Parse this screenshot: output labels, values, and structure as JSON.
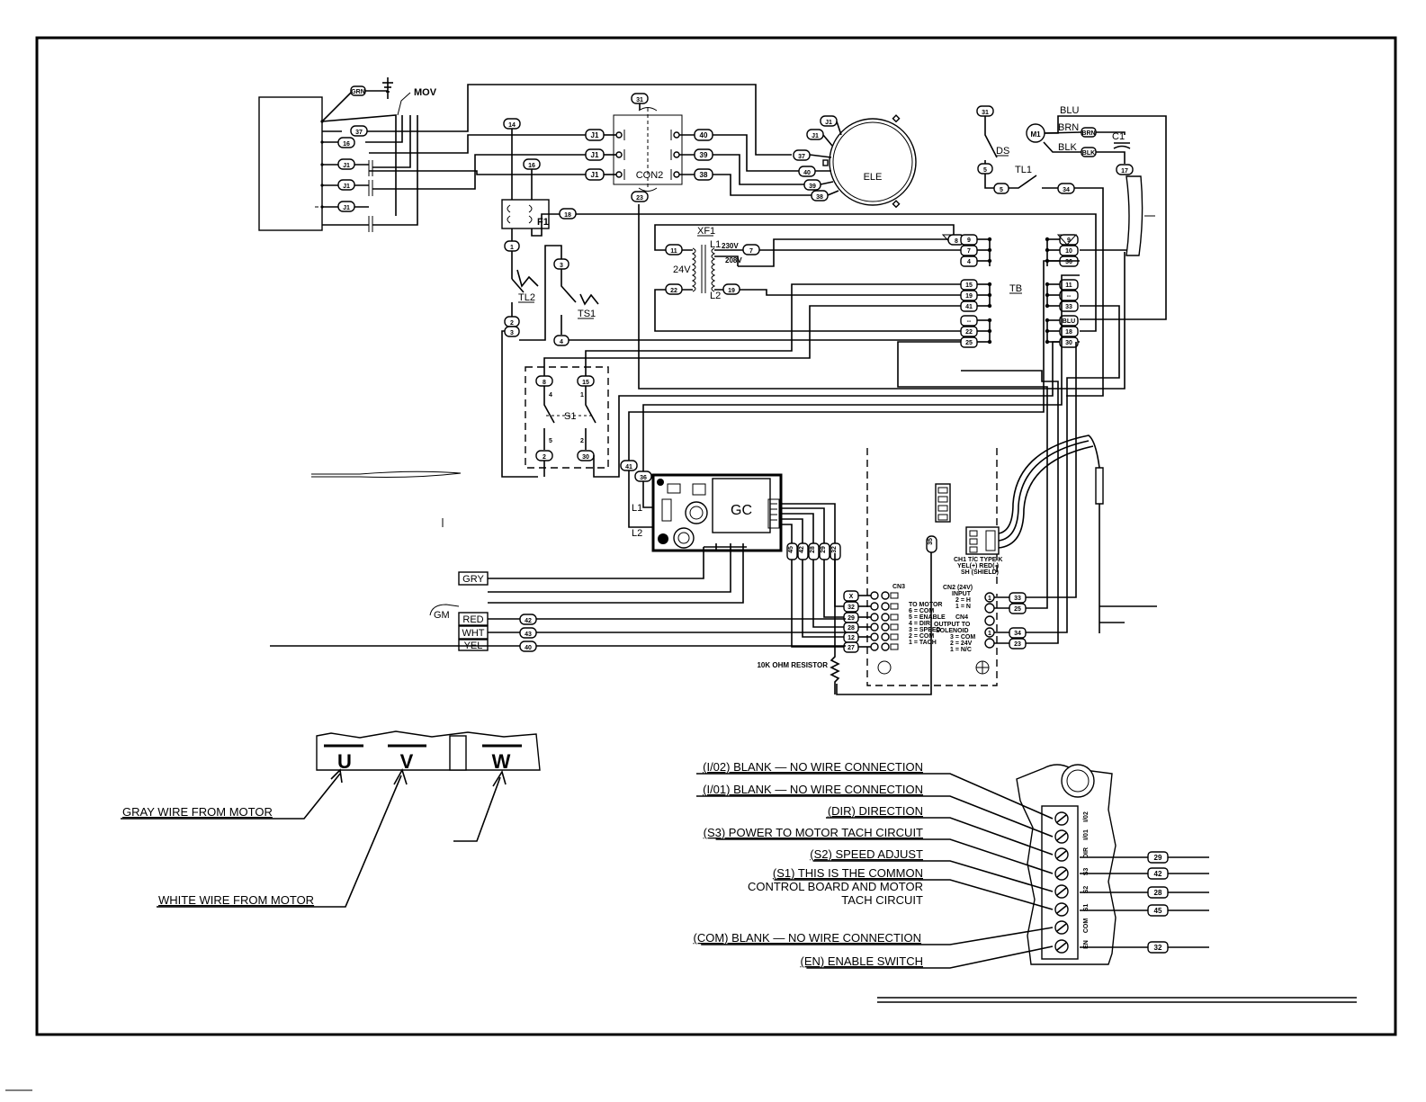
{
  "tags": {
    "mov": "MOV",
    "ele": "ELE",
    "con2": "CON2",
    "xf1": "XF1",
    "tb": "TB",
    "gc": "GC",
    "ds": "DS",
    "tl1": "TL1",
    "tl2": "TL2",
    "ts1": "TS1",
    "s1": "S1",
    "f1": "F1",
    "c1": "C1",
    "m1": "M1",
    "l1": "L1",
    "l2": "L2",
    "v230": "230V",
    "v208": "208V",
    "v24": "24V",
    "gm": "GM",
    "resistor": "10K OHM RESISTOR"
  },
  "wires": {
    "blu": "BLU",
    "brn": "BRN",
    "blk": "BLK",
    "grn": "GRN"
  },
  "motor_leads": [
    "GRY",
    "RED",
    "WHT",
    "YEL"
  ],
  "motor_lead_nums": [
    "42",
    "43",
    "40"
  ],
  "gc_out_nums": [
    "45",
    "42",
    "28",
    "29",
    "32"
  ],
  "cn3_nums": [
    "X",
    "32",
    "29",
    "28",
    "12",
    "27"
  ],
  "cn3_desc": {
    "title": "CN3",
    "lines": [
      "TO MOTOR",
      "6 = COM",
      "5 = ENABLE",
      "4 = DIR",
      "3 = SPEED",
      "2 = COM",
      "1 = TACH"
    ]
  },
  "ch1_desc": [
    "CH1  T/C  TYPE K",
    "YEL(+)  RED(-)",
    "SH (SHIELD)"
  ],
  "cn2_desc": [
    "CN2 (24V)",
    "INPUT",
    "2 = H",
    "1 = N"
  ],
  "cn4_desc": [
    "CN4",
    "OUTPUT TO",
    "SOLENOID",
    "3 = COM",
    "2 = 24V",
    "1 = N/C"
  ],
  "cn2_nums": [
    "33",
    "25"
  ],
  "cn4_nums": [
    "34",
    "23"
  ],
  "tb_left": [
    "9",
    "7",
    "4",
    "15",
    "19",
    "41",
    "--",
    "22",
    "25"
  ],
  "tb_right": [
    "9",
    "10",
    "36",
    "11",
    "--",
    "33",
    "BLU",
    "18",
    "30"
  ],
  "con2_left": [
    "J1",
    "J1",
    "J1"
  ],
  "con2_right": [
    "40",
    "39",
    "38"
  ],
  "upper_nums": {
    "n31a": "31",
    "n31b": "31",
    "n14": "14",
    "n16a": "16",
    "n16b": "16",
    "n37a": "37",
    "n37b": "37",
    "n40": "40",
    "n39": "39",
    "n38": "38",
    "n23": "23",
    "n18": "18",
    "n11": "11",
    "n22": "22",
    "n7": "7",
    "n19": "19",
    "n1": "1",
    "n2": "2",
    "n3a": "3",
    "n3b": "3",
    "n4": "4",
    "n5a": "5",
    "n5b": "5",
    "n34": "34",
    "n17": "17",
    "n8": "8",
    "n15": "15",
    "n2b": "2",
    "n30": "30",
    "n41": "41",
    "n36": "36",
    "n35": "35",
    "j1": "J1"
  },
  "s1_pins": [
    "4",
    "1",
    "5",
    "2"
  ],
  "terminals": [
    "U",
    "V",
    "W"
  ],
  "motor_callouts": [
    "GRAY WIRE FROM MOTOR",
    "WHITE WIRE FROM MOTOR"
  ],
  "connector_callouts": [
    "(I/02) BLANK  —  NO WIRE CONNECTION",
    "(I/01) BLANK  —  NO WIRE CONNECTION",
    "(DIR) DIRECTION",
    "(S3) POWER TO MOTOR TACH CIRCUIT",
    "(S2) SPEED ADJUST",
    "(S1) THIS IS THE COMMON",
    "CONTROL BOARD AND MOTOR",
    "TACH CIRCUIT",
    "(COM) BLANK  —  NO WIRE CONNECTION",
    "(EN) ENABLE SWITCH"
  ],
  "connector_pin_labels": [
    "I/02",
    "I/01",
    "DIR",
    "S3",
    "S2",
    "S1",
    "COM",
    "EN"
  ],
  "connector_wires": [
    "29",
    "42",
    "28",
    "45",
    "32"
  ]
}
